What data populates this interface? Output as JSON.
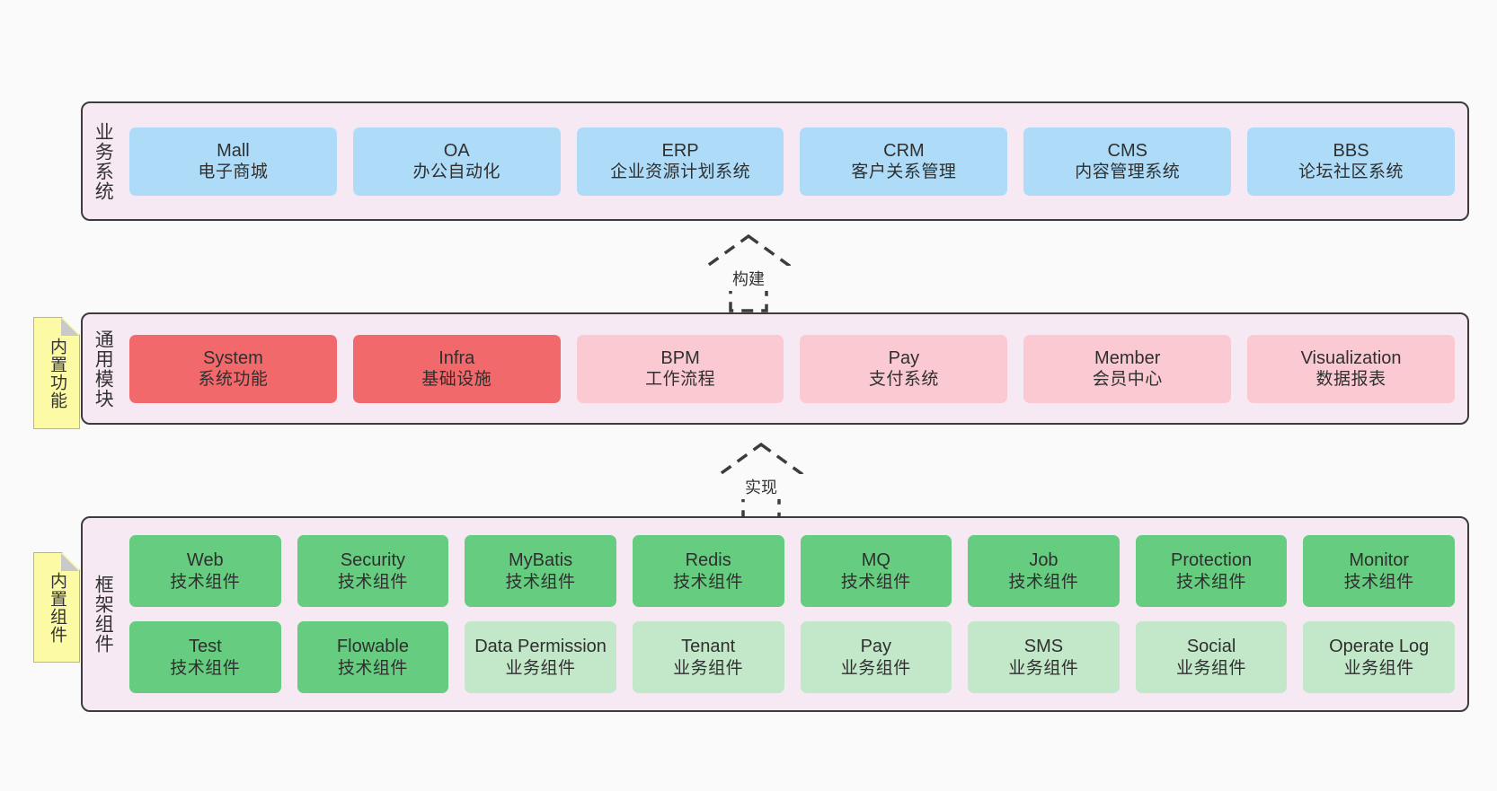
{
  "diagram": {
    "background_color": "#fafafa",
    "layer_fill": "#f7e9f3",
    "layer_border": "#3c3c3c",
    "note_fill": "#fcfaa4",
    "note_fold": "#c9c9c9"
  },
  "notes": [
    {
      "id": "builtin-features",
      "label": "内置功能"
    },
    {
      "id": "builtin-components",
      "label": "内置组件"
    }
  ],
  "connectors": [
    {
      "id": "build",
      "label": "构建",
      "style": "dashed-generalization",
      "direction": "up"
    },
    {
      "id": "implement",
      "label": "实现",
      "style": "dashed-generalization",
      "direction": "up"
    }
  ],
  "layers": [
    {
      "id": "business",
      "title": "业务系统",
      "accent": "#aedcf8",
      "rows": [
        {
          "cards": [
            {
              "en": "Mall",
              "cn": "电子商城",
              "color": "#aedcf8",
              "variant": "blue"
            },
            {
              "en": "OA",
              "cn": "办公自动化",
              "color": "#aedcf8",
              "variant": "blue"
            },
            {
              "en": "ERP",
              "cn": "企业资源计划系统",
              "color": "#aedcf8",
              "variant": "blue"
            },
            {
              "en": "CRM",
              "cn": "客户关系管理",
              "color": "#aedcf8",
              "variant": "blue"
            },
            {
              "en": "CMS",
              "cn": "内容管理系统",
              "color": "#aedcf8",
              "variant": "blue"
            },
            {
              "en": "BBS",
              "cn": "论坛社区系统",
              "color": "#aedcf8",
              "variant": "blue"
            }
          ]
        }
      ]
    },
    {
      "id": "modules",
      "title": "通用模块",
      "accent": "#f2696b",
      "rows": [
        {
          "cards": [
            {
              "en": "System",
              "cn": "系统功能",
              "color": "#f2696b",
              "variant": "red-strong"
            },
            {
              "en": "Infra",
              "cn": "基础设施",
              "color": "#f2696b",
              "variant": "red-strong"
            },
            {
              "en": "BPM",
              "cn": "工作流程",
              "color": "#fbc9d2",
              "variant": "pink-light"
            },
            {
              "en": "Pay",
              "cn": "支付系统",
              "color": "#fbc9d2",
              "variant": "pink-light"
            },
            {
              "en": "Member",
              "cn": "会员中心",
              "color": "#fbc9d2",
              "variant": "pink-light"
            },
            {
              "en": "Visualization",
              "cn": "数据报表",
              "color": "#fbc9d2",
              "variant": "pink-light"
            }
          ]
        }
      ]
    },
    {
      "id": "framework",
      "title": "框架组件",
      "accent": "#66cc7f",
      "rows": [
        {
          "cards": [
            {
              "en": "Web",
              "cn": "技术组件",
              "color": "#66cc7f",
              "variant": "green-strong"
            },
            {
              "en": "Security",
              "cn": "技术组件",
              "color": "#66cc7f",
              "variant": "green-strong"
            },
            {
              "en": "MyBatis",
              "cn": "技术组件",
              "color": "#66cc7f",
              "variant": "green-strong"
            },
            {
              "en": "Redis",
              "cn": "技术组件",
              "color": "#66cc7f",
              "variant": "green-strong"
            },
            {
              "en": "MQ",
              "cn": "技术组件",
              "color": "#66cc7f",
              "variant": "green-strong"
            },
            {
              "en": "Job",
              "cn": "技术组件",
              "color": "#66cc7f",
              "variant": "green-strong"
            },
            {
              "en": "Protection",
              "cn": "技术组件",
              "color": "#66cc7f",
              "variant": "green-strong"
            },
            {
              "en": "Monitor",
              "cn": "技术组件",
              "color": "#66cc7f",
              "variant": "green-strong"
            }
          ]
        },
        {
          "cards": [
            {
              "en": "Test",
              "cn": "技术组件",
              "color": "#66cc7f",
              "variant": "green-strong"
            },
            {
              "en": "Flowable",
              "cn": "技术组件",
              "color": "#66cc7f",
              "variant": "green-strong"
            },
            {
              "en": "Data Permission",
              "cn": "业务组件",
              "color": "#c2e8c9",
              "variant": "green-light"
            },
            {
              "en": "Tenant",
              "cn": "业务组件",
              "color": "#c2e8c9",
              "variant": "green-light"
            },
            {
              "en": "Pay",
              "cn": "业务组件",
              "color": "#c2e8c9",
              "variant": "green-light"
            },
            {
              "en": "SMS",
              "cn": "业务组件",
              "color": "#c2e8c9",
              "variant": "green-light"
            },
            {
              "en": "Social",
              "cn": "业务组件",
              "color": "#c2e8c9",
              "variant": "green-light"
            },
            {
              "en": "Operate Log",
              "cn": "业务组件",
              "color": "#c2e8c9",
              "variant": "green-light"
            }
          ]
        }
      ]
    }
  ]
}
